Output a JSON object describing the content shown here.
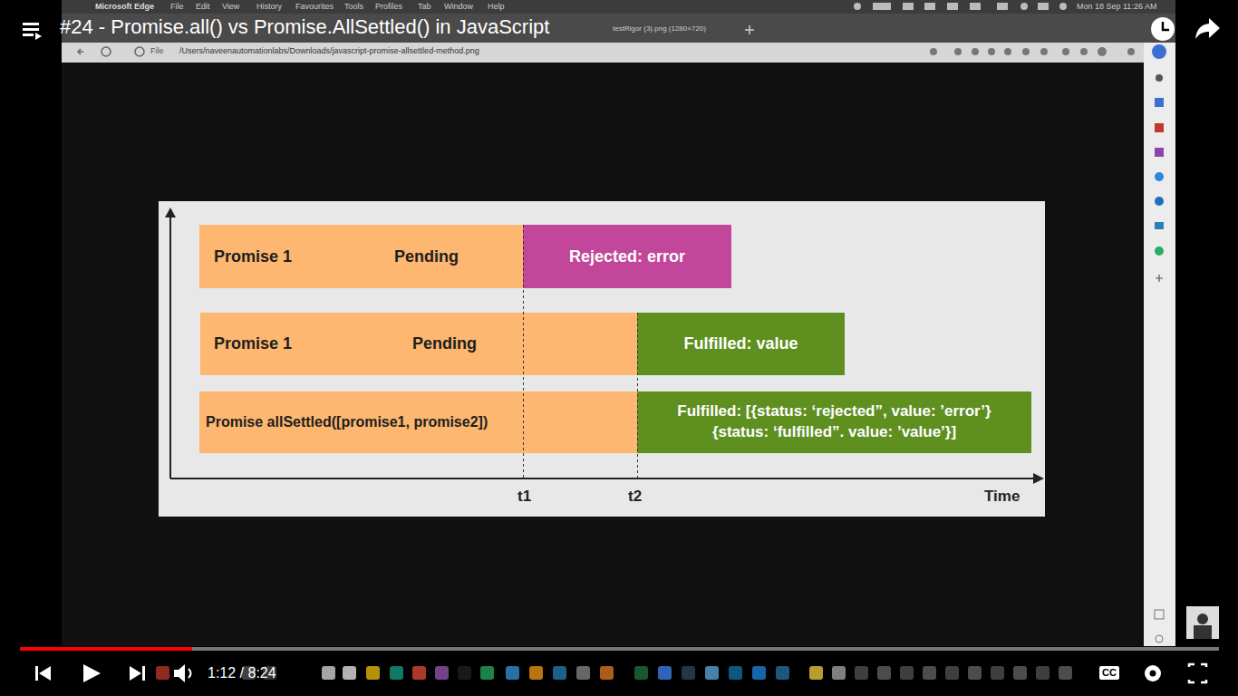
{
  "diagram": {
    "title": "#24 - Promise.all() vs Promise.AllSettled() in JavaScript",
    "nodes": [
      {
        "text": [
          "Promise 1",
          "Pending"
        ]
      },
      {
        "text": [
          "Rejected: error"
        ]
      },
      {
        "text": [
          "Promise 1",
          "Pending"
        ]
      },
      {
        "text": [
          "Fulfilled: value"
        ]
      },
      {
        "text": [
          "Promise allSettled([promise1, promise2])"
        ]
      },
      {
        "text": [
          "Fulfilled: [{status: ‘rejected”, value: ’error’} {status: ‘fulfilled”. value: ’value’}]"
        ]
      }
    ],
    "labels": [
      "Microsoft Edge",
      "File",
      "Edit",
      "View",
      "History",
      "Favourites",
      "Tools",
      "Profiles",
      "Tab",
      "Window",
      "Help",
      "Mon 18 Sep 11:26 AM",
      "testRigor (3).png (1280×720)",
      "File",
      "/Users/naveenautomationlabs/Downloads/javascript-promise-allsettled-method.png",
      "t1",
      "t2",
      "Time",
      "1:12 / 8:24",
      "CC"
    ]
  }
}
